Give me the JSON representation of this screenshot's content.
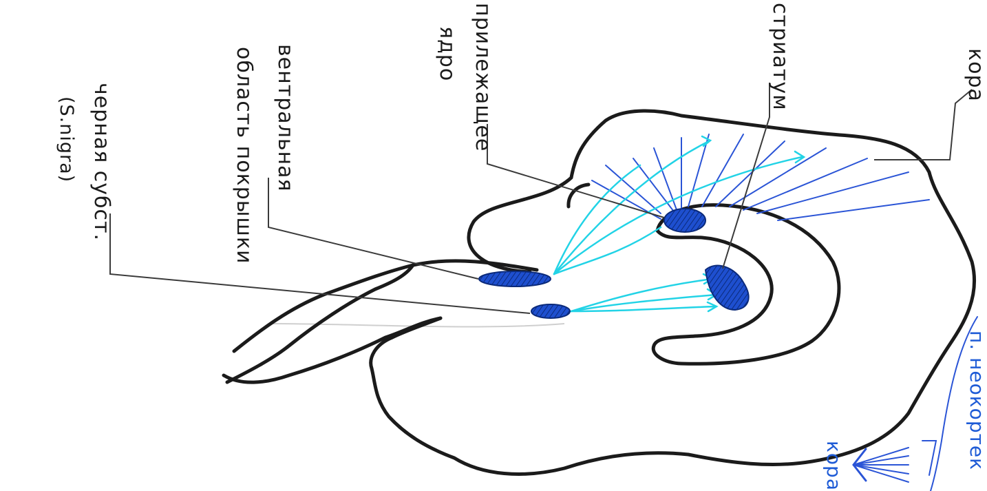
{
  "diagram": {
    "orientation": "rotated-90",
    "colors": {
      "outline": "#1b1b1b",
      "nucleus_fill": "#1e4fcf",
      "nucleus_hatch": "#0b2a7a",
      "projection_cyan": "#22d3e6",
      "projection_blue": "#2a54d6",
      "leader_line": "#3a3a3a",
      "cortex_label": "#1e5bd6"
    },
    "labels": {
      "substantia_nigra": "черная субст.",
      "substantia_nigra_latin": "(S.nigra)",
      "vta_line1": "вентральная",
      "vta_line2": "область покрышки",
      "nucleus_accumbens_line1": "прилежащее",
      "nucleus_accumbens_line2": "ядро",
      "striatum": "стриатум",
      "cortex_fragment": "кора",
      "neocortex_fragment": "п. неокортек",
      "arrow_label": "кора"
    }
  }
}
